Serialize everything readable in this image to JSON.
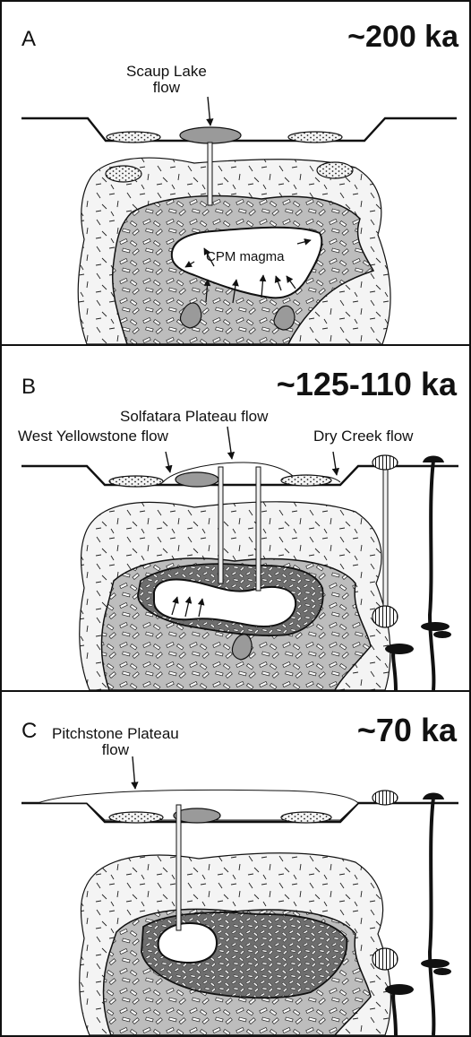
{
  "panels": [
    {
      "letter": "A",
      "age": "~200 ka",
      "labels": {
        "flow_line1": "Scaup Lake",
        "flow_line2": "flow",
        "magma": "CPM magma"
      }
    },
    {
      "letter": "B",
      "age": "~125-110 ka",
      "labels": {
        "solfatara": "Solfatara Plateau flow",
        "west_yellowstone": "West Yellowstone flow",
        "dry_creek": "Dry Creek flow"
      }
    },
    {
      "letter": "C",
      "age": "~70 ka",
      "labels": {
        "pitchstone_line1": "Pitchstone Plateau",
        "pitchstone_line2": "flow"
      }
    }
  ],
  "colors": {
    "outline": "#111111",
    "host_rock": "#f4f4f4",
    "mush": "#bdbdbd",
    "crystal_rich": "#7a7a7a",
    "magma": "#ffffff",
    "flow_fill": "#9a9a9a",
    "dike_fill": "#f0f0f0"
  }
}
